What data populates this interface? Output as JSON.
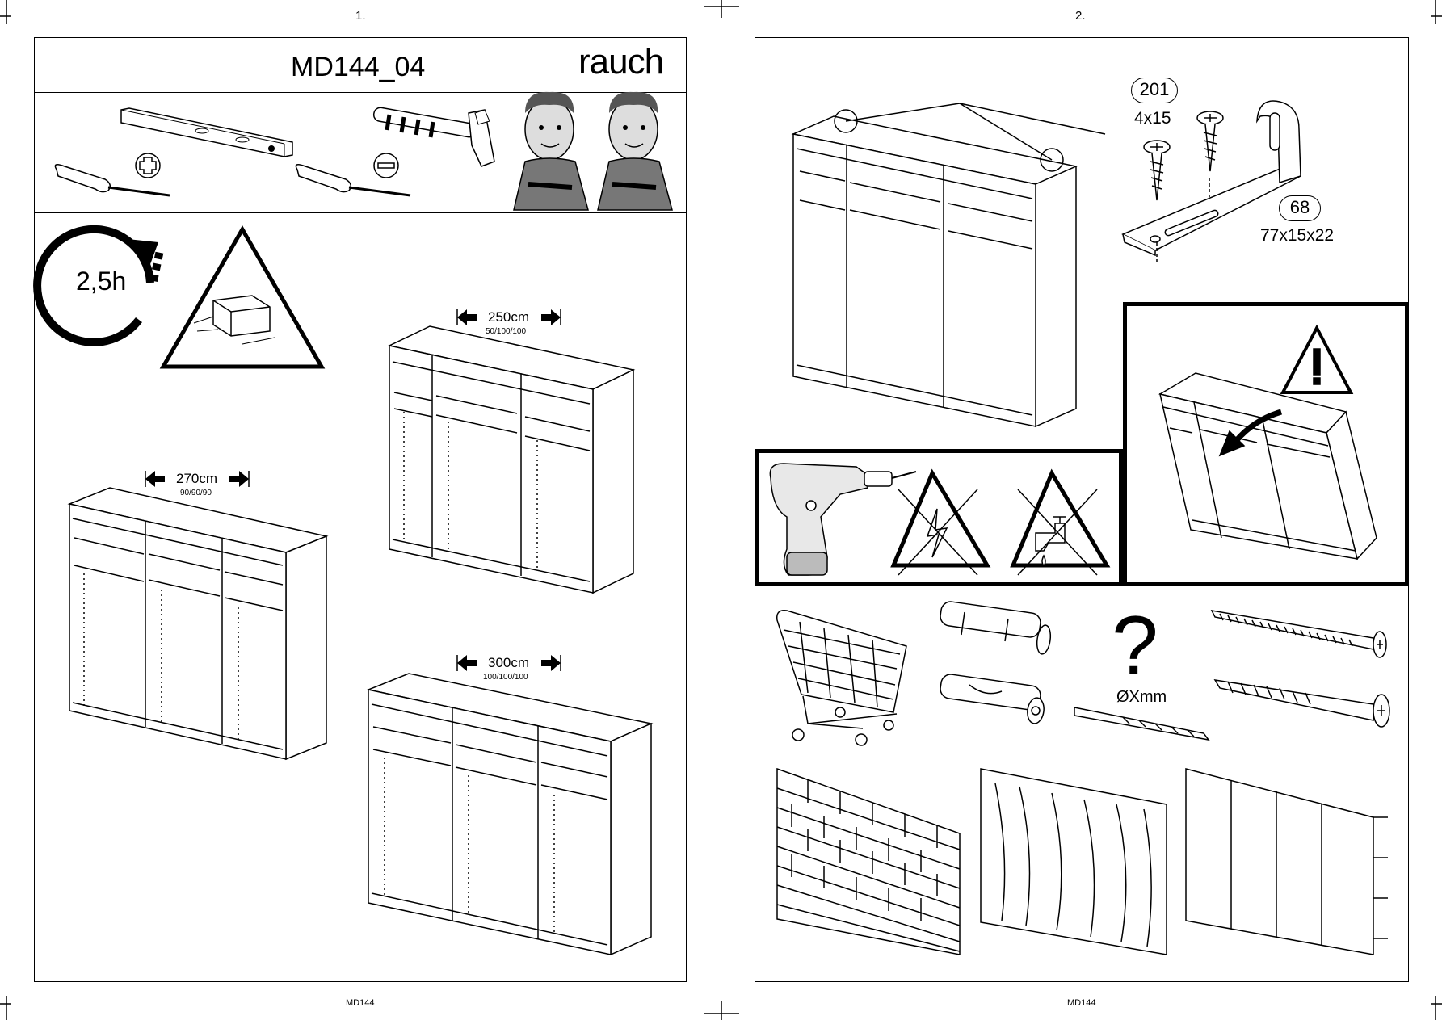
{
  "pages": {
    "left": {
      "page_number": "1.",
      "model_title": "MD144_04",
      "brand_logo": "rauch",
      "duration": "2,5h",
      "footer": "MD144",
      "wardrobes": [
        {
          "width_label": "250cm",
          "sections": "50/100/100"
        },
        {
          "width_label": "270cm",
          "sections": "90/90/90"
        },
        {
          "width_label": "300cm",
          "sections": "100/100/100"
        }
      ]
    },
    "right": {
      "page_number": "2.",
      "footer": "MD144",
      "parts": [
        {
          "number": "201",
          "size": "4x15"
        },
        {
          "number": "68",
          "size": "77x15x22"
        }
      ],
      "drill_label": "ØXmm"
    }
  },
  "icons": [
    "spirit-level-icon",
    "hammer-icon",
    "screwdriver-phillips-icon",
    "screwdriver-flat-icon",
    "plus-icon",
    "minus-icon",
    "person-icon",
    "clock-arrow-icon",
    "warning-triangle-icon",
    "drill-icon",
    "electric-warning-icon",
    "water-pipe-warning-icon",
    "shopping-cart-icon",
    "wall-plug-icon",
    "question-mark-icon",
    "screw-icon",
    "brick-wall-icon",
    "wood-wall-icon",
    "drywall-icon"
  ]
}
